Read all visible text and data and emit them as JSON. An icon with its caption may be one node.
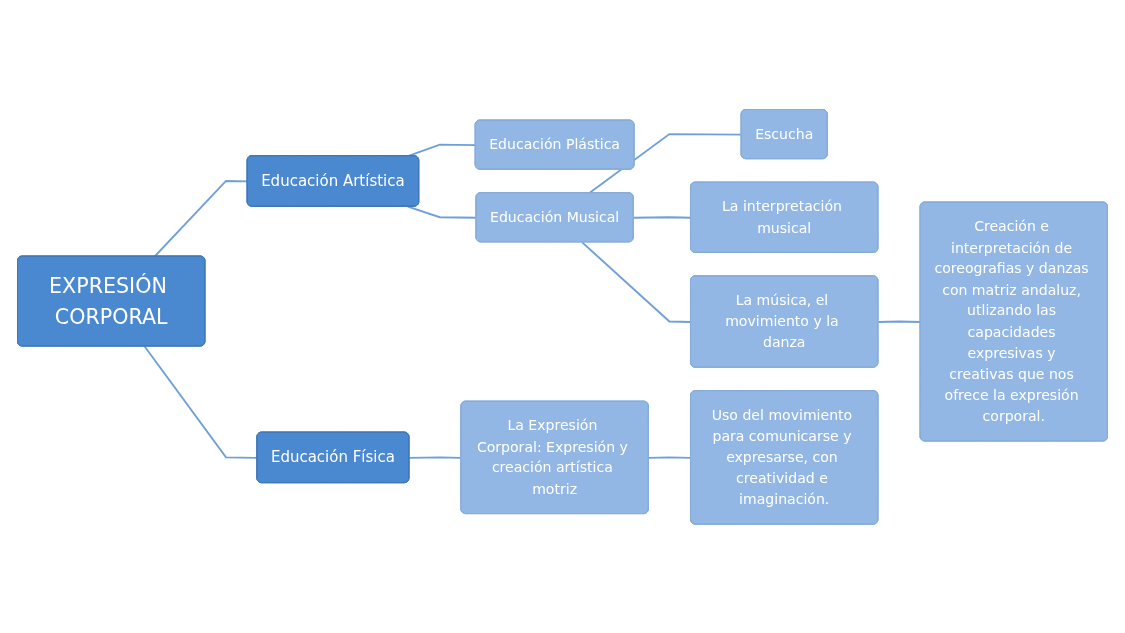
{
  "diagram": {
    "nodes": [
      {
        "text": [
          "EXPRESIÓN CORPORAL"
        ]
      },
      {
        "text": [
          "Educación Artística"
        ]
      },
      {
        "text": [
          "Educación Plástica"
        ]
      },
      {
        "text": [
          "Educación Musical"
        ]
      },
      {
        "text": [
          "Escucha"
        ]
      },
      {
        "text": [
          "La interpretación musical"
        ]
      },
      {
        "text": [
          "La música, el movimiento y la danza"
        ]
      },
      {
        "text": [
          "Creación e interpretación de coreografias y danzas con matriz andaluz, utlizando las capacidades expresivas y creativas que nos ofrece la expresión corporal."
        ]
      },
      {
        "text": [
          "Educación Física"
        ]
      },
      {
        "text": [
          "La Expresión Corporal: Expresión y creación artística motriz"
        ]
      },
      {
        "text": [
          "Uso del movimiento para comunicarse y expresarse, con creatividad e imaginación."
        ]
      }
    ],
    "edges": [
      {
        "from": 0,
        "to": 1,
        "arrow": "none"
      },
      {
        "from": 0,
        "to": 8,
        "arrow": "none"
      },
      {
        "from": 1,
        "to": 2,
        "arrow": "none"
      },
      {
        "from": 1,
        "to": 3,
        "arrow": "none"
      },
      {
        "from": 3,
        "to": 4,
        "arrow": "none"
      },
      {
        "from": 3,
        "to": 5,
        "arrow": "none"
      },
      {
        "from": 3,
        "to": 6,
        "arrow": "none"
      },
      {
        "from": 6,
        "to": 7,
        "arrow": "none"
      },
      {
        "from": 8,
        "to": 9,
        "arrow": "none"
      },
      {
        "from": 9,
        "to": 10,
        "arrow": "none"
      }
    ]
  }
}
